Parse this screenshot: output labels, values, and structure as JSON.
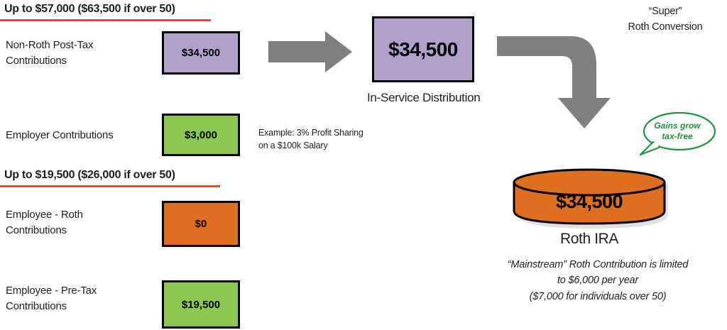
{
  "diagram": {
    "title": "Mega Backdoor Roth / Super Roth Conversion flow",
    "colors": {
      "purple": "#b1a0cc",
      "green": "#8cc751",
      "orange": "#de6f1e",
      "rule_orange": "#f04a23",
      "arrow_gray": "#808080",
      "bubble_green": "#1f9343",
      "outline_black": "#000000"
    },
    "sections": [
      {
        "label": "Up to $57,000 ($63,500 if over 50)"
      },
      {
        "label": "Up to $19,500 ($26,000 if over 50)"
      }
    ],
    "rows": [
      {
        "label_line1": "Non-Roth Post-Tax",
        "label_line2": "Contributions",
        "value": "$34,500",
        "color": "purple"
      },
      {
        "label_line1": "Employer Contributions",
        "label_line2": "",
        "value": "$3,000",
        "color": "green"
      },
      {
        "label_line1": "Employee - Roth",
        "label_line2": "Contributions",
        "value": "$0",
        "color": "orange"
      },
      {
        "label_line1": "Employee - Pre-Tax",
        "label_line2": "Contributions",
        "value": "$19,500",
        "color": "green"
      }
    ],
    "note": {
      "line1": "Example: 3% Profit Sharing",
      "line2": "on a $100k Salary"
    },
    "in_service": {
      "value": "$34,500",
      "caption": "In-Service Distribution"
    },
    "super_roth": {
      "line1": "“Super”",
      "line2": "Roth Conversion"
    },
    "bubble": {
      "line1": "Gains grow",
      "line2": "tax-free"
    },
    "roth_ira": {
      "value": "$34,500",
      "label": "Roth IRA"
    },
    "footnote": {
      "line1": "“Mainstream” Roth Contribution is limited",
      "line2": "to $6,000 per year",
      "line3": "($7,000 for individuals over 50)"
    },
    "icons": {
      "arrow_right": "arrow-right-icon",
      "arrow_curved_down": "arrow-curved-down-icon",
      "speech_bubble": "speech-bubble-icon",
      "cylinder": "cylinder-icon"
    }
  }
}
